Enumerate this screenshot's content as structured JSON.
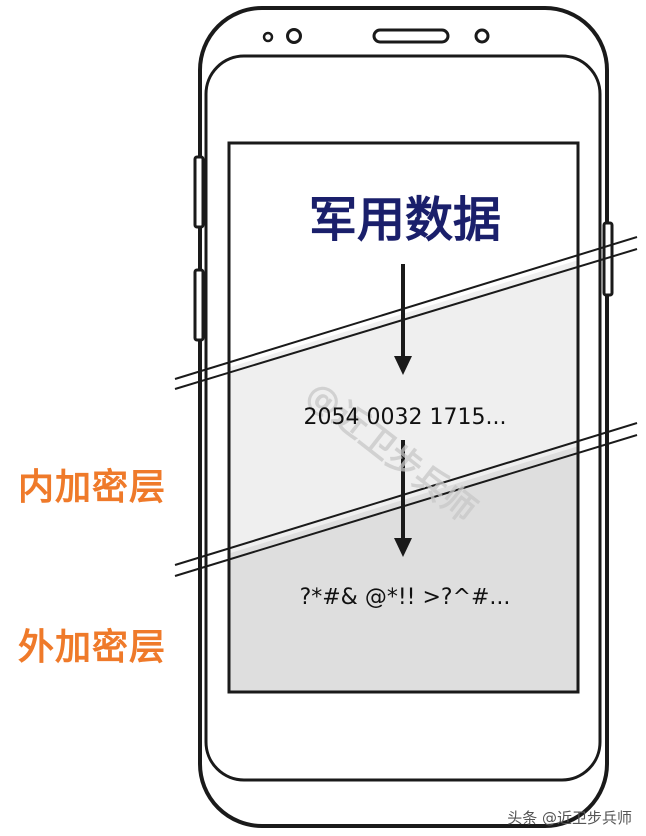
{
  "title": "军用数据",
  "layers": {
    "plain_value": "2054 0032 1715...",
    "cipher_value": "?*#& @*!! >?^#..."
  },
  "side_labels": {
    "inner": "内加密层",
    "outer": "外加密层"
  },
  "watermark": "@近卫步兵师",
  "footer": "头条 @近卫步兵师",
  "colors": {
    "title": "#1a1f6b",
    "accent": "#ef7a2a",
    "phone_outline": "#1a1a1a",
    "inner_layer_fill": "#efefef",
    "outer_layer_fill": "#dedede",
    "screen_fill": "#ffffff"
  }
}
